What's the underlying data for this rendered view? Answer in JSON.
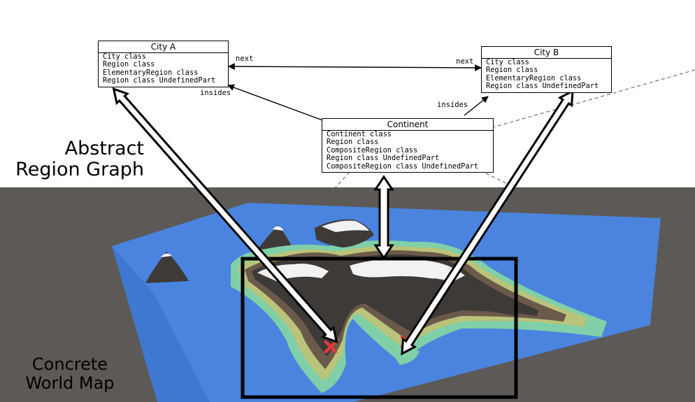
{
  "labels": {
    "abstract_line1": "Abstract",
    "abstract_line2": "Region Graph",
    "concrete_line1": "Concrete",
    "concrete_line2": "World Map"
  },
  "nodes": {
    "city_a": {
      "title": "City A",
      "rows": [
        "City class",
        "Region class",
        "ElementaryRegion class",
        "Region class UndefinedPart"
      ]
    },
    "city_b": {
      "title": "City B",
      "rows": [
        "City class",
        "Region class",
        "ElementaryRegion class",
        "Region class UndefinedPart"
      ]
    },
    "continent": {
      "title": "Continent",
      "rows": [
        "Continent class",
        "Region class",
        "CompositeRegion class",
        "Region class UndefinedPart",
        "CompositeRegion class UndefinedPart"
      ]
    }
  },
  "edges": {
    "next_left": "next",
    "next_right": "next",
    "insides_left": "insides",
    "insides_right": "insides"
  },
  "colors": {
    "water": "#4a84de",
    "ground": "#5d5956",
    "marker": "#e03b3b",
    "highlight_frame": "#000000"
  }
}
